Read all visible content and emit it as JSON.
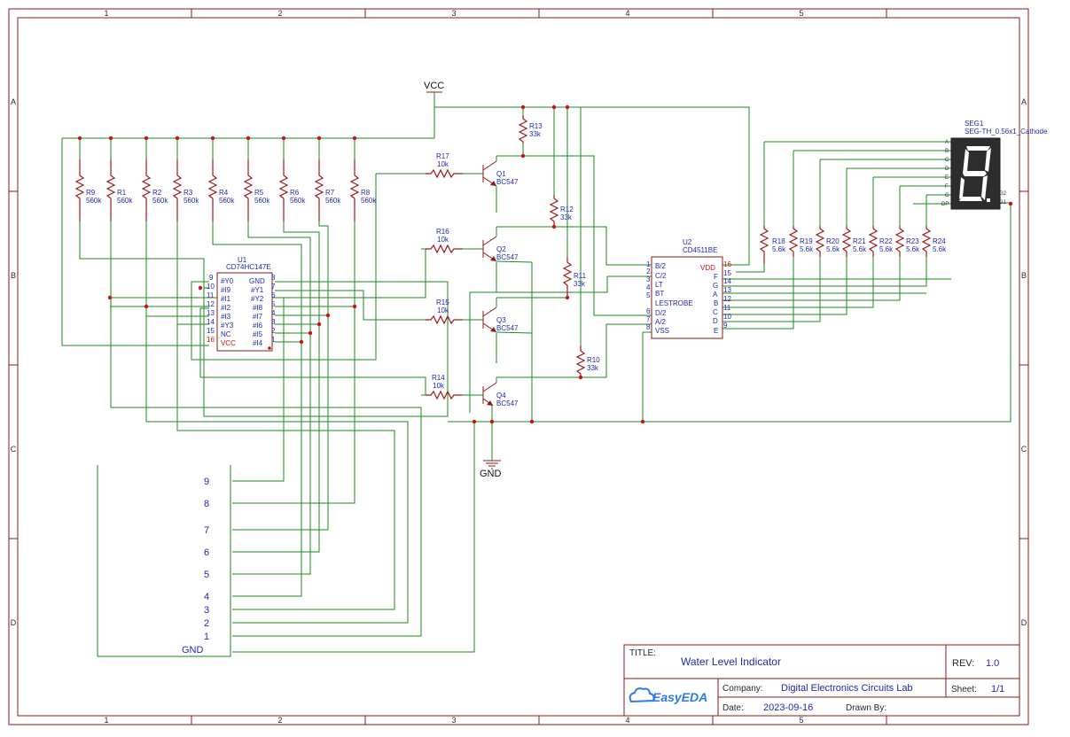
{
  "title_block": {
    "title_label": "TITLE:",
    "title": "Water Level Indicator",
    "rev_label": "REV:",
    "rev": "1.0",
    "company_label": "Company:",
    "company": "Digital Electronics Circuits Lab",
    "sheet_label": "Sheet:",
    "sheet": "1/1",
    "date_label": "Date:",
    "date": "2023-09-16",
    "drawn_label": "Drawn By:",
    "logo_text": "EasyEDA"
  },
  "grid": {
    "columns": [
      "1",
      "2",
      "3",
      "4",
      "5"
    ],
    "rows": [
      "A",
      "B",
      "C",
      "D"
    ]
  },
  "power": {
    "vcc": "VCC",
    "gnd": "GND"
  },
  "resistors_560k": [
    {
      "ref": "R9",
      "value": "560k"
    },
    {
      "ref": "R1",
      "value": "560k"
    },
    {
      "ref": "R2",
      "value": "560k"
    },
    {
      "ref": "R3",
      "value": "560k"
    },
    {
      "ref": "R4",
      "value": "560k"
    },
    {
      "ref": "R5",
      "value": "560k"
    },
    {
      "ref": "R6",
      "value": "560k"
    },
    {
      "ref": "R7",
      "value": "560k"
    },
    {
      "ref": "R8",
      "value": "560k"
    }
  ],
  "resistors_base": [
    {
      "ref": "R17",
      "value": "10k"
    },
    {
      "ref": "R16",
      "value": "10k"
    },
    {
      "ref": "R15",
      "value": "10k"
    },
    {
      "ref": "R14",
      "value": "10k"
    }
  ],
  "resistors_33k": [
    {
      "ref": "R13",
      "value": "33k"
    },
    {
      "ref": "R12",
      "value": "33k"
    },
    {
      "ref": "R11",
      "value": "33k"
    },
    {
      "ref": "R10",
      "value": "33k"
    }
  ],
  "resistors_seg": [
    {
      "ref": "R18",
      "value": "5.6k"
    },
    {
      "ref": "R19",
      "value": "5.6k"
    },
    {
      "ref": "R20",
      "value": "5.6k"
    },
    {
      "ref": "R21",
      "value": "5.6k"
    },
    {
      "ref": "R22",
      "value": "5.6k"
    },
    {
      "ref": "R23",
      "value": "5.6k"
    },
    {
      "ref": "R24",
      "value": "5.6k"
    }
  ],
  "transistors": [
    {
      "ref": "Q1",
      "part": "BC547"
    },
    {
      "ref": "Q2",
      "part": "BC547"
    },
    {
      "ref": "Q3",
      "part": "BC547"
    },
    {
      "ref": "Q4",
      "part": "BC547"
    }
  ],
  "u1": {
    "ref": "U1",
    "part": "CD74HC147E",
    "left_pins": [
      {
        "num": "9",
        "name": "#Y0"
      },
      {
        "num": "10",
        "name": "#I9"
      },
      {
        "num": "11",
        "name": "#I1"
      },
      {
        "num": "12",
        "name": "#I2"
      },
      {
        "num": "13",
        "name": "#I3"
      },
      {
        "num": "14",
        "name": "#Y3"
      },
      {
        "num": "15",
        "name": "NC"
      },
      {
        "num": "16",
        "name": "VCC"
      }
    ],
    "right_pins": [
      {
        "num": "8",
        "name": "GND"
      },
      {
        "num": "7",
        "name": "#Y1"
      },
      {
        "num": "6",
        "name": "#Y2"
      },
      {
        "num": "5",
        "name": "#I8"
      },
      {
        "num": "4",
        "name": "#I7"
      },
      {
        "num": "3",
        "name": "#I6"
      },
      {
        "num": "2",
        "name": "#I5"
      },
      {
        "num": "1",
        "name": "#I4"
      }
    ]
  },
  "u2": {
    "ref": "U2",
    "part": "CD4511BE",
    "left_pins": [
      {
        "num": "1",
        "name": "B/2"
      },
      {
        "num": "2",
        "name": "C/2"
      },
      {
        "num": "3",
        "name": "LT"
      },
      {
        "num": "4",
        "name": "BT"
      },
      {
        "num": "5",
        "name": "LESTROBE"
      },
      {
        "num": "6",
        "name": "D/2"
      },
      {
        "num": "7",
        "name": "A/2"
      },
      {
        "num": "8",
        "name": "VSS"
      }
    ],
    "right_pins": [
      {
        "num": "16",
        "name": "VDD"
      },
      {
        "num": "15",
        "name": "F"
      },
      {
        "num": "14",
        "name": "G"
      },
      {
        "num": "13",
        "name": "A"
      },
      {
        "num": "12",
        "name": "B"
      },
      {
        "num": "11",
        "name": "C"
      },
      {
        "num": "10",
        "name": "D"
      },
      {
        "num": "9",
        "name": "E"
      }
    ]
  },
  "seg": {
    "ref": "SEG1",
    "part": "SEG-TH_0.56x1_Cathode",
    "pins": [
      "A",
      "B",
      "C",
      "D",
      "E",
      "F",
      "G",
      "DP"
    ],
    "right_pins": [
      "G2",
      "G1"
    ]
  },
  "connector_labels": [
    "9",
    "8",
    "7",
    "6",
    "5",
    "4",
    "3",
    "2",
    "1",
    "GND"
  ],
  "colors": {
    "frame": "#8b1a1a",
    "wire": "#1b8a1b",
    "text": "#1f2ab0",
    "junction": "#cc1111"
  }
}
